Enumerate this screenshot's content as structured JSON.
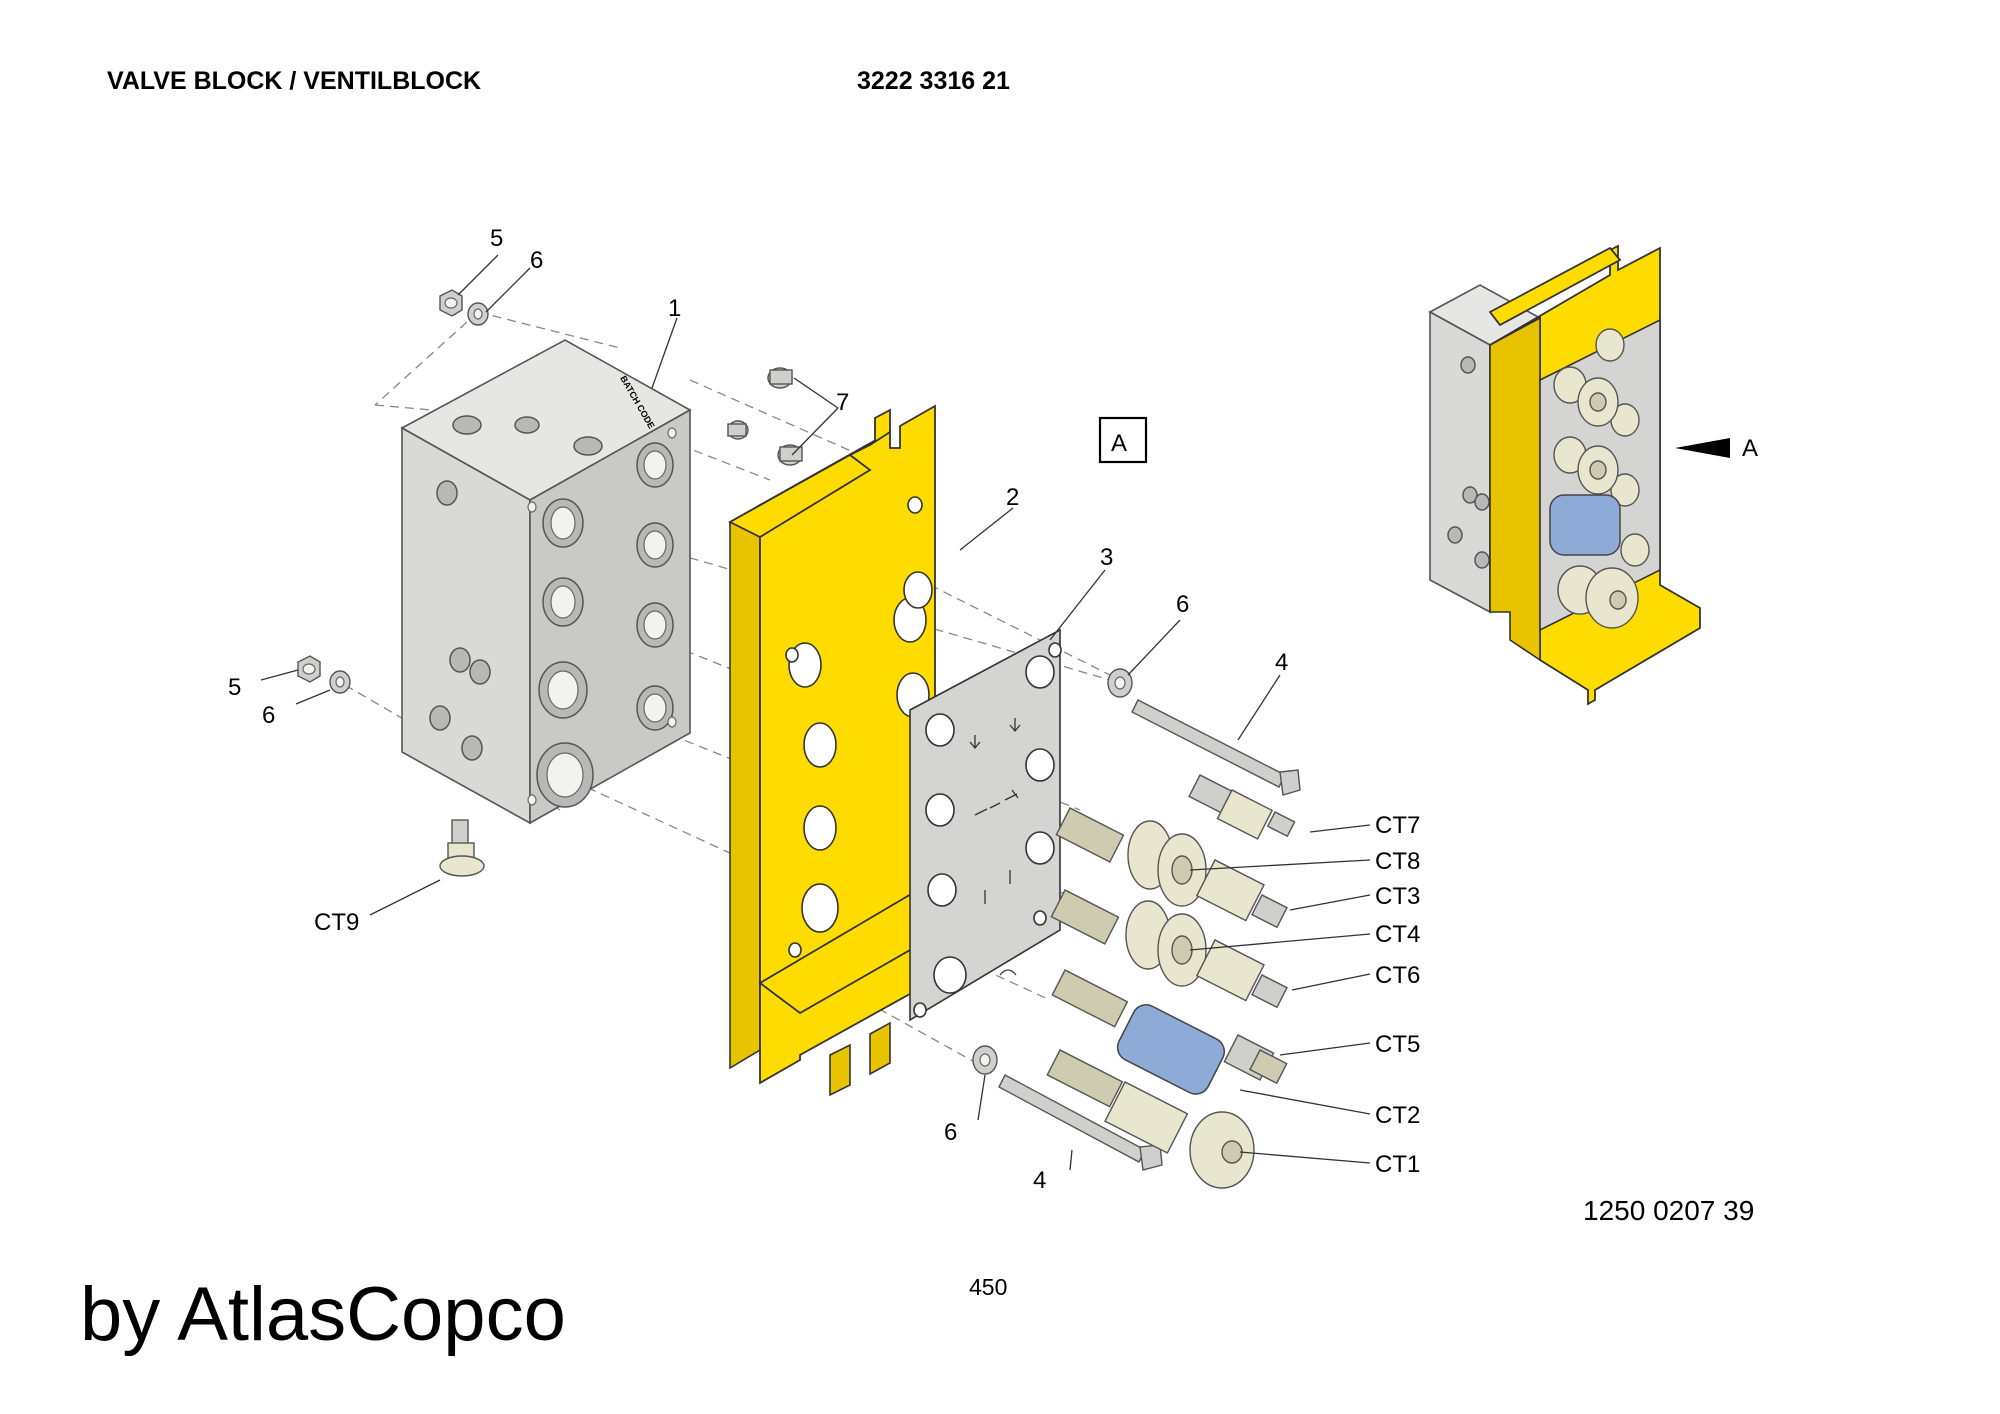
{
  "header": {
    "title": "VALVE BLOCK / VENTILBLOCK",
    "part_number": "3222 3316 21"
  },
  "view_label": "A",
  "block_marking": "BATCH CODE",
  "callouts": {
    "c1": "1",
    "c2": "2",
    "c3": "3",
    "c4a": "4",
    "c4b": "4",
    "c5a": "5",
    "c5b": "5",
    "c6a": "6",
    "c6b": "6",
    "c6c": "6",
    "c6d": "6",
    "c7": "7",
    "ct1": "CT1",
    "ct2": "CT2",
    "ct3": "CT3",
    "ct4": "CT4",
    "ct5": "CT5",
    "ct6": "CT6",
    "ct7": "CT7",
    "ct8": "CT8",
    "ct9": "CT9",
    "arrow_label": "A"
  },
  "footer": {
    "drawing_number": "1250 0207 39",
    "page_number": "450",
    "watermark": "by AtlasCopco"
  },
  "colors": {
    "bracket_yellow": "#ffdc00",
    "block_grey": "#d9d9d7",
    "cartridge_blue": "#8eaad6",
    "cartridge_beige": "#e9e6cf"
  }
}
